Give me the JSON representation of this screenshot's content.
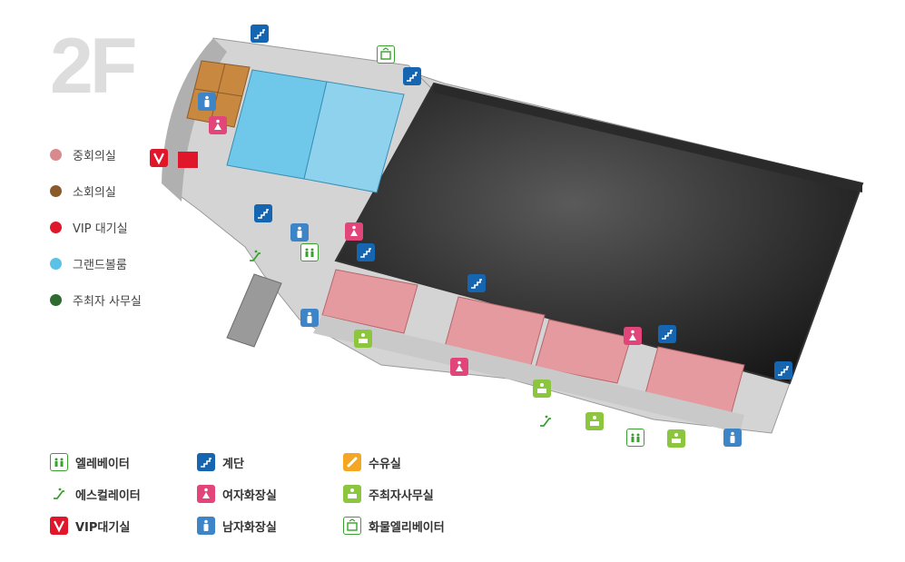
{
  "floor": "2F",
  "room_legend": [
    {
      "label": "중회의실",
      "color": "#d98a8e"
    },
    {
      "label": "소회의실",
      "color": "#8b5a2b"
    },
    {
      "label": "VIP 대기실",
      "color": "#e0162b"
    },
    {
      "label": "그랜드볼룸",
      "color": "#5bc2e7"
    },
    {
      "label": "주최자 사무실",
      "color": "#2e6b30"
    }
  ],
  "facility_legend": {
    "elevator": {
      "label": "엘레베이터",
      "icon": "elevator-icon"
    },
    "escalator": {
      "label": "에스컬레이터",
      "icon": "escalator-icon"
    },
    "vip": {
      "label": "VIP대기실",
      "icon": "vip-icon"
    },
    "stairs": {
      "label": "계단",
      "icon": "stairs-icon"
    },
    "women": {
      "label": "여자화장실",
      "icon": "women-restroom-icon"
    },
    "men": {
      "label": "남자화장실",
      "icon": "men-restroom-icon"
    },
    "nursing": {
      "label": "수유실",
      "icon": "nursing-room-icon"
    },
    "organizer": {
      "label": "주최자사무실",
      "icon": "organizer-office-icon"
    },
    "freight": {
      "label": "화물엘리베이터",
      "icon": "freight-elevator-icon"
    }
  },
  "colors": {
    "stairs": "#1565b0",
    "women": "#e2457a",
    "men": "#3d85c6",
    "green": "#3aa02f",
    "organizer": "#8cc63f",
    "vip": "#e0162b",
    "nursing": "#f5a623"
  }
}
